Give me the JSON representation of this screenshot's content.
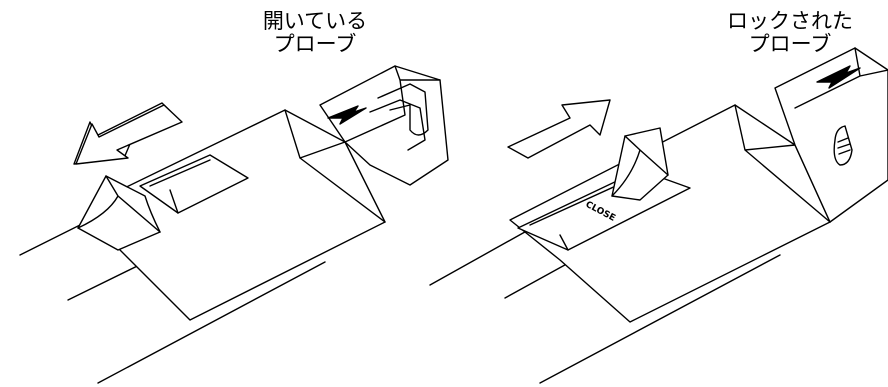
{
  "captions": {
    "open_probe": {
      "line1": "開いている",
      "line2": "プローブ"
    },
    "locked_probe": {
      "line1": "ロックされた",
      "line2": "プローブ"
    }
  },
  "labels": {
    "close": "CLOSE"
  },
  "colors": {
    "line": "#000000",
    "background": "#ffffff"
  }
}
